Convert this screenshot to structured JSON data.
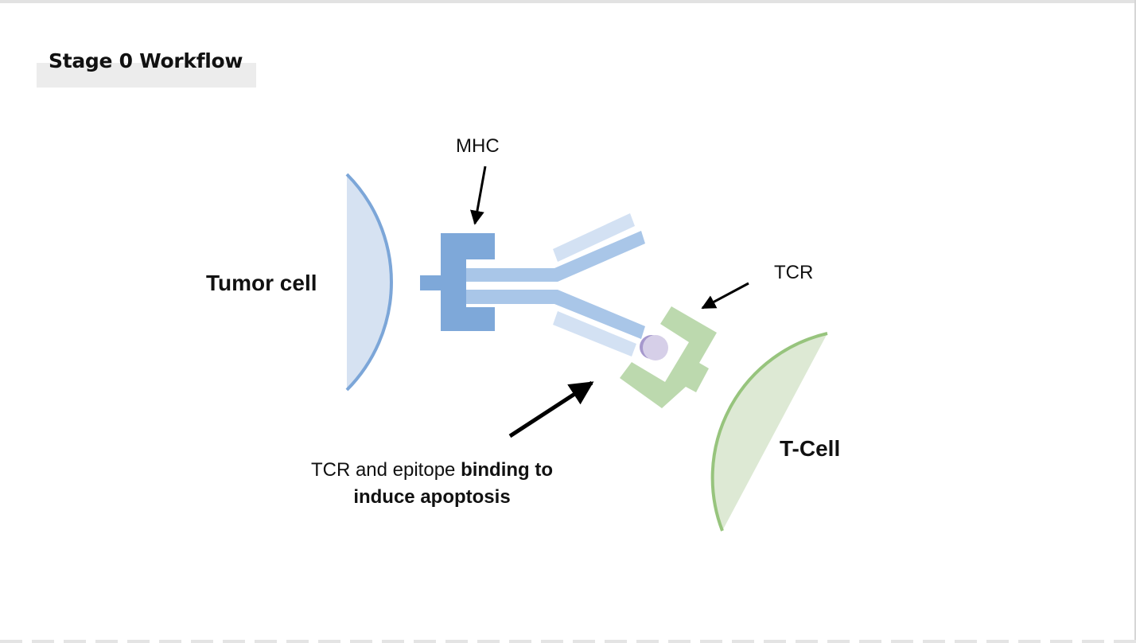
{
  "title": "Stage 0 Workflow",
  "labels": {
    "mhc": "MHC",
    "tcr": "TCR",
    "tumor_cell": "Tumor cell",
    "t_cell": "T-Cell",
    "binding_normal": "TCR and epitope ",
    "binding_bold_1": "binding to",
    "binding_bold_2": "induce apoptosis"
  },
  "colors": {
    "tumor_fill": "#d6e2f2",
    "tumor_stroke": "#7ca6d8",
    "mhc": "#7ea8d9",
    "antibody_arm": "#a9c6e8",
    "antibody_light": "#d3e1f3",
    "tcr": "#bcd9ae",
    "tcell_fill": "#dde9d4",
    "tcell_stroke": "#97c47d",
    "epitope": "#d6cfe8",
    "epitope_shadow": "#a698cd",
    "arrow": "#000000"
  }
}
